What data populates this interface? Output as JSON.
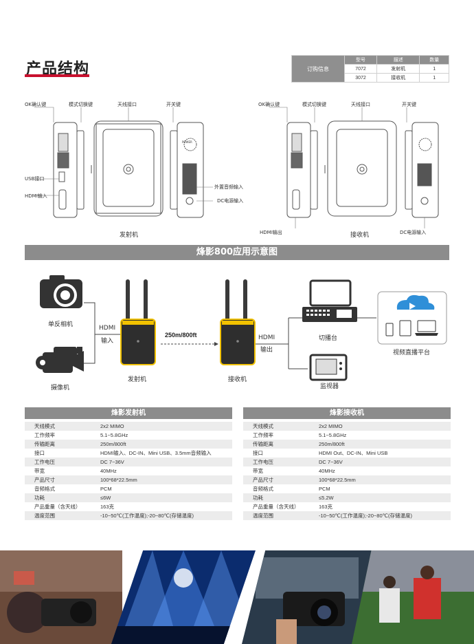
{
  "section_title": "产品结构",
  "order_table": {
    "side_label": "订购信息",
    "headers": [
      "型号",
      "描述",
      "数量"
    ],
    "rows": [
      [
        "7072",
        "发射机",
        "1"
      ],
      [
        "3072",
        "接收机",
        "1"
      ]
    ]
  },
  "structure": {
    "tx": {
      "labels": {
        "ok": "OK确认键",
        "mode": "模式切换键",
        "antenna": "天线接口",
        "power": "开关键",
        "usb": "USB接口",
        "hdmi_in": "HDMI输入",
        "audio_in": "外置音频输入",
        "dc_in": "DC电源输入"
      },
      "caption": "发射机"
    },
    "rx": {
      "labels": {
        "ok": "OK确认键",
        "mode": "模式切换键",
        "antenna": "天线接口",
        "power": "开关键",
        "hdmi_out": "HDMI输出",
        "dc_in": "DC电源输入"
      },
      "caption": "接收机"
    },
    "power_text": "POWER"
  },
  "app_bar_title": "烽影800应用示意图",
  "application": {
    "camera_dslr": "单反相机",
    "camcorder": "摄像机",
    "hdmi_in_top": "HDMI",
    "hdmi_in_bottom": "输入",
    "distance": "250m/800ft",
    "tx": "发射机",
    "rx": "接收机",
    "hdmi_out_top": "HDMI",
    "hdmi_out_bottom": "输出",
    "switcher": "切播台",
    "monitor": "监视器",
    "platform": "视频直播平台"
  },
  "spec_tx": {
    "title": "烽影发射机",
    "rows": [
      [
        "天线模式",
        "2x2 MIMO"
      ],
      [
        "工作频率",
        "5.1~5.8GHz"
      ],
      [
        "传输距离",
        "250m/800ft"
      ],
      [
        "接口",
        "HDMI输入、DC-IN、Mini USB、3.5mm音频输入"
      ],
      [
        "工作电压",
        "DC 7~36V"
      ],
      [
        "带宽",
        "40MHz"
      ],
      [
        "产品尺寸",
        "100*68*22.5mm"
      ],
      [
        "音频格式",
        "PCM"
      ],
      [
        "功耗",
        "≤6W"
      ],
      [
        "产品重量（含天线）",
        "163克"
      ],
      [
        "温度范围",
        "-10~50℃(工作温度);-20~80℃(存储温度)"
      ]
    ]
  },
  "spec_rx": {
    "title": "烽影接收机",
    "rows": [
      [
        "天线模式",
        "2x2 MIMO"
      ],
      [
        "工作频率",
        "5.1~5.8GHz"
      ],
      [
        "传输距离",
        "250m/800ft"
      ],
      [
        "接口",
        "HDMI Out、DC-IN、Mini USB"
      ],
      [
        "工作电压",
        "DC 7~36V"
      ],
      [
        "带宽",
        "40MHz"
      ],
      [
        "产品尺寸",
        "100*68*22.5mm"
      ],
      [
        "音频格式",
        "PCM"
      ],
      [
        "功耗",
        "≤5.2W"
      ],
      [
        "产品重量（含天线）",
        "163克"
      ],
      [
        "温度范围",
        "-10~50℃(工作温度);-20~80℃(存储温度)"
      ]
    ]
  },
  "colors": {
    "accent_red": "#c8102e",
    "bar_gray": "#8c8c8c",
    "device_yellow": "#f2c200",
    "device_body": "#2e2e2e"
  }
}
